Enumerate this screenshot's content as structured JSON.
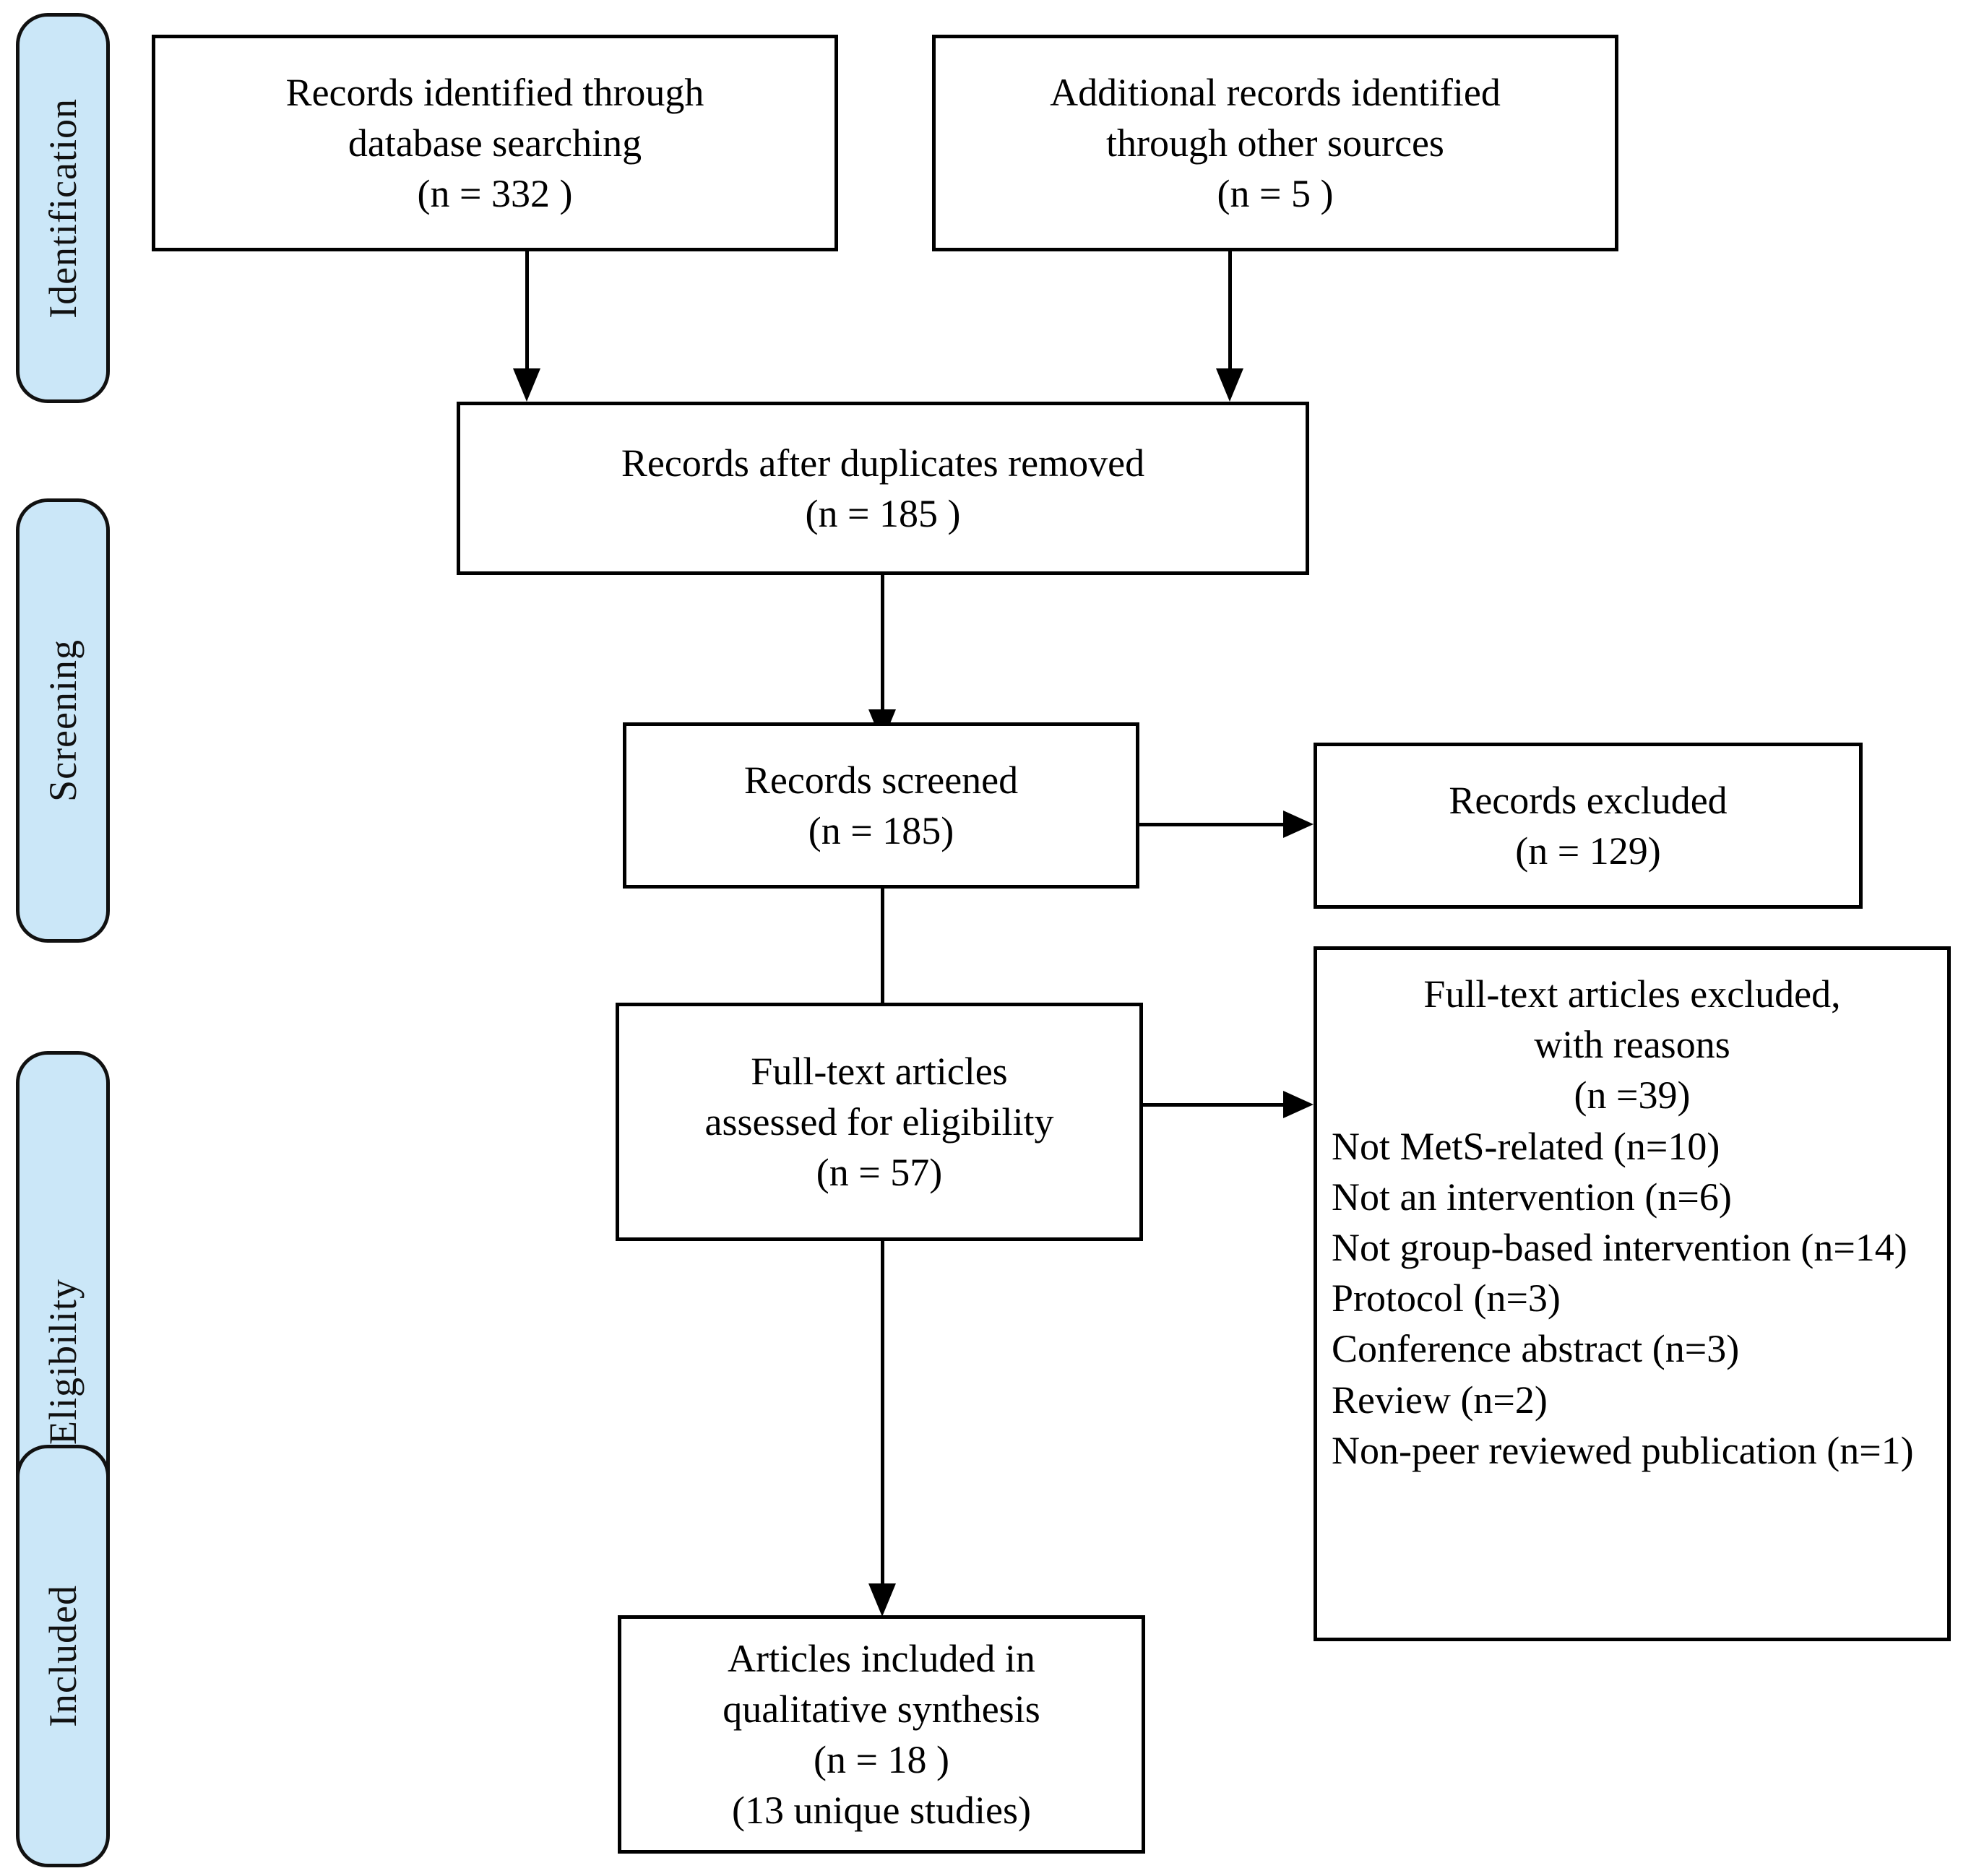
{
  "diagram": {
    "title": "PRISMA flow diagram",
    "accent_color": "#cbe7f8",
    "line_color": "#000000",
    "background_color": "#ffffff"
  },
  "stages": [
    {
      "id": "identification",
      "label": "Identification"
    },
    {
      "id": "screening",
      "label": "Screening"
    },
    {
      "id": "eligibility",
      "label": "Eligibility"
    },
    {
      "id": "included",
      "label": "Included"
    }
  ],
  "boxes": {
    "database_search": {
      "text": "Records identified through\ndatabase searching\n(n = 332  )",
      "line1": "Records identified through",
      "line2": "database searching",
      "count_line": "(n = 332  )",
      "n": 332
    },
    "other_sources": {
      "text": "Additional records identified\nthrough other sources\n(n = 5  )",
      "line1": "Additional records identified",
      "line2": "through other sources",
      "count_line": "(n = 5  )",
      "n": 5
    },
    "duplicates_removed": {
      "text": "Records after duplicates removed\n(n = 185  )",
      "line1": "Records after duplicates removed",
      "count_line": "(n = 185  )",
      "n": 185
    },
    "records_screened": {
      "text": "Records screened\n(n = 185)",
      "line1": "Records screened",
      "count_line": "(n = 185)",
      "n": 185
    },
    "records_excluded": {
      "text": "Records excluded\n(n = 129)",
      "line1": "Records excluded",
      "count_line": "(n = 129)",
      "n": 129
    },
    "fulltext_assessed": {
      "text": "Full-text articles\nassessed for eligibility\n(n = 57)",
      "line1": "Full-text articles",
      "line2": "assessed for eligibility",
      "count_line": "(n = 57)",
      "n": 57
    },
    "fulltext_excluded": {
      "header": "Full-text articles excluded,\nwith reasons\n(n =39)",
      "header_line1": "Full-text articles excluded,",
      "header_line2": "with reasons",
      "count_line": "(n =39)",
      "n": 39,
      "reasons": [
        {
          "label": "Not MetS-related (n=10)",
          "n": 10
        },
        {
          "label": "Not an intervention (n=6)",
          "n": 6
        },
        {
          "label": "Not group-based intervention (n=14)",
          "n": 14
        },
        {
          "label": "Protocol (n=3)",
          "n": 3
        },
        {
          "label": "Conference abstract (n=3)",
          "n": 3
        },
        {
          "label": "Review (n=2)",
          "n": 2
        },
        {
          "label": "Non-peer reviewed publication (n=1)",
          "n": 1
        }
      ]
    },
    "included_synthesis": {
      "text": "Articles included in\nqualitative synthesis\n(n = 18 )\n(13 unique studies)",
      "line1": "Articles included in",
      "line2": "qualitative synthesis",
      "count_line": "(n = 18 )",
      "note_line": "(13 unique studies)",
      "n": 18,
      "unique_studies": 13
    }
  },
  "connectors": [
    {
      "id": "database-to-duplicates",
      "from": "database_search",
      "to": "duplicates_removed",
      "direction": "down"
    },
    {
      "id": "other-to-duplicates",
      "from": "other_sources",
      "to": "duplicates_removed",
      "direction": "down"
    },
    {
      "id": "duplicates-to-screened",
      "from": "duplicates_removed",
      "to": "records_screened",
      "direction": "down"
    },
    {
      "id": "screened-to-excluded",
      "from": "records_screened",
      "to": "records_excluded",
      "direction": "right"
    },
    {
      "id": "screened-to-fulltext",
      "from": "records_screened",
      "to": "fulltext_assessed",
      "direction": "down"
    },
    {
      "id": "fulltext-to-excluded",
      "from": "fulltext_assessed",
      "to": "fulltext_excluded",
      "direction": "right"
    },
    {
      "id": "fulltext-to-included",
      "from": "fulltext_assessed",
      "to": "included_synthesis",
      "direction": "down"
    }
  ]
}
